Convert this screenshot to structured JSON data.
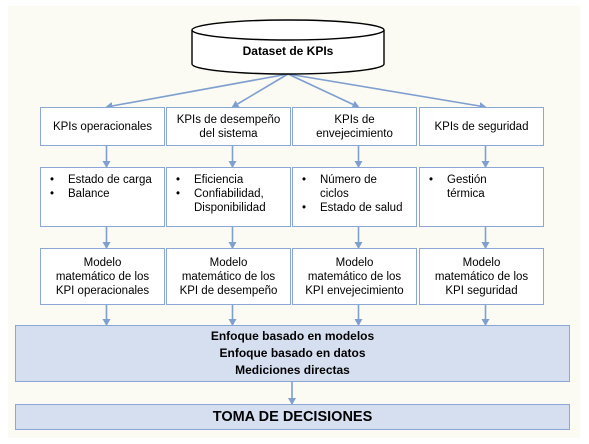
{
  "dataset": {
    "label": "Dataset de KPIs"
  },
  "columns": [
    {
      "header": [
        "KPIs operacionales"
      ],
      "items": [
        [
          "Estado de carga"
        ],
        [
          "Balance"
        ]
      ],
      "model": [
        "Modelo",
        "matemático de los",
        "KPI operacionales"
      ]
    },
    {
      "header": [
        "KPIs de desempeño",
        "del sistema"
      ],
      "items": [
        [
          "Eficiencia"
        ],
        [
          "Confiabilidad,",
          "Disponibilidad"
        ]
      ],
      "model": [
        "Modelo",
        "matemático de los",
        "KPI de desempeño"
      ]
    },
    {
      "header": [
        "KPIs de",
        "envejecimiento"
      ],
      "items": [
        [
          "Número de",
          "ciclos"
        ],
        [
          "Estado de salud"
        ]
      ],
      "model": [
        "Modelo",
        "matemático de los",
        "KPI envejecimiento"
      ]
    },
    {
      "header": [
        "KPIs de seguridad"
      ],
      "items": [
        [
          "Gestión",
          "térmica"
        ]
      ],
      "model": [
        "Modelo",
        "matemático de los",
        "KPI seguridad"
      ]
    }
  ],
  "approaches": [
    "Enfoque basado en modelos",
    "Enfoque basado en datos",
    "Mediciones directas"
  ],
  "decision": {
    "label": "TOMA DE DECISIONES"
  },
  "colors": {
    "box_border": "#8aa7d6",
    "arrow": "#7f9fcf",
    "band_fill": "#d6dff0",
    "cylinder_fill": "#ffffff"
  }
}
